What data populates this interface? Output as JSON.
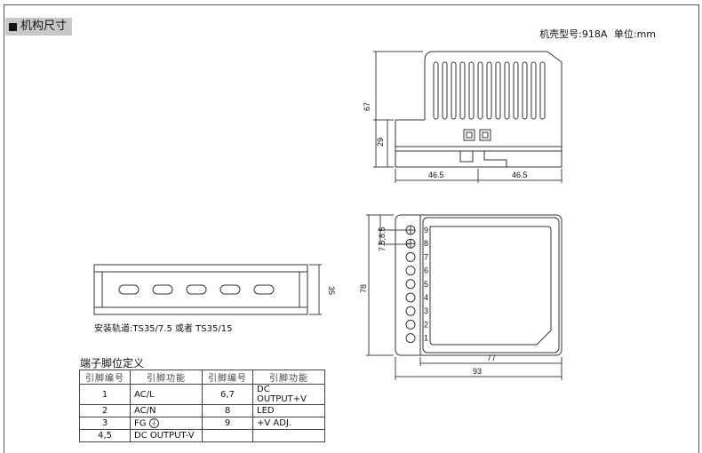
{
  "header": {
    "section_title": "机构尺寸",
    "model_label": "机壳型号:918A",
    "unit_label": "单位:mm"
  },
  "side_view": {
    "dim_height_total": "67",
    "dim_height_lower": "29",
    "dim_width_left": "46.5",
    "dim_width_right": "46.5"
  },
  "front_view": {
    "dim_pitch": "7.5,8.5",
    "dim_height": "78",
    "dim_inner_width": "77",
    "dim_total_width": "93",
    "terminals": [
      "9",
      "8",
      "7",
      "6",
      "5",
      "4",
      "3",
      "2",
      "1"
    ]
  },
  "rail": {
    "dim_height": "35",
    "label": "安装轨道:TS35/7.5 或者 TS35/15"
  },
  "pin_table": {
    "title": "端子脚位定义",
    "headers": [
      "引脚编号",
      "引脚功能",
      "引脚编号",
      "引脚功能"
    ],
    "rows": [
      [
        "1",
        "AC/L",
        "6,7",
        "DC OUTPUT+V"
      ],
      [
        "2",
        "AC/N",
        "8",
        "LED"
      ],
      [
        "3",
        "FG",
        "9",
        "+V ADJ."
      ],
      [
        "4,5",
        "DC OUTPUT-V",
        "",
        ""
      ]
    ]
  }
}
